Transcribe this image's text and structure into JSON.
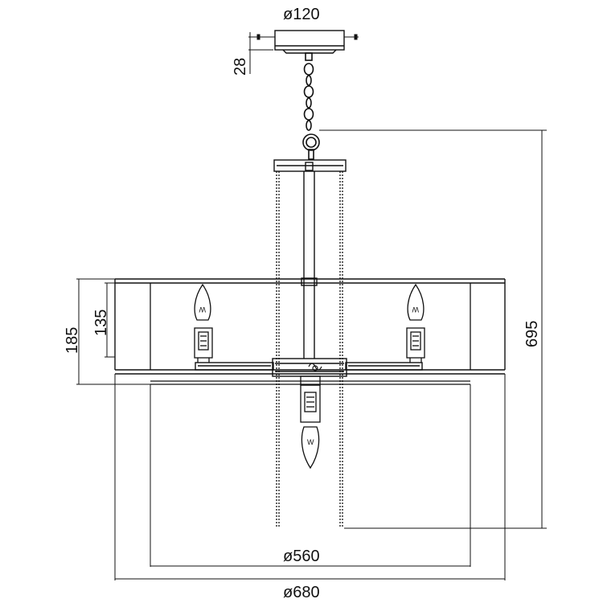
{
  "dimensions": {
    "canopy_diameter": "ø120",
    "canopy_height": "28",
    "total_height": "695",
    "shade_height": "185",
    "inner_height": "135",
    "inner_diameter": "ø560",
    "outer_diameter": "ø680"
  },
  "bulb_mark": "W",
  "colors": {
    "line": "#111111",
    "background": "#ffffff"
  }
}
